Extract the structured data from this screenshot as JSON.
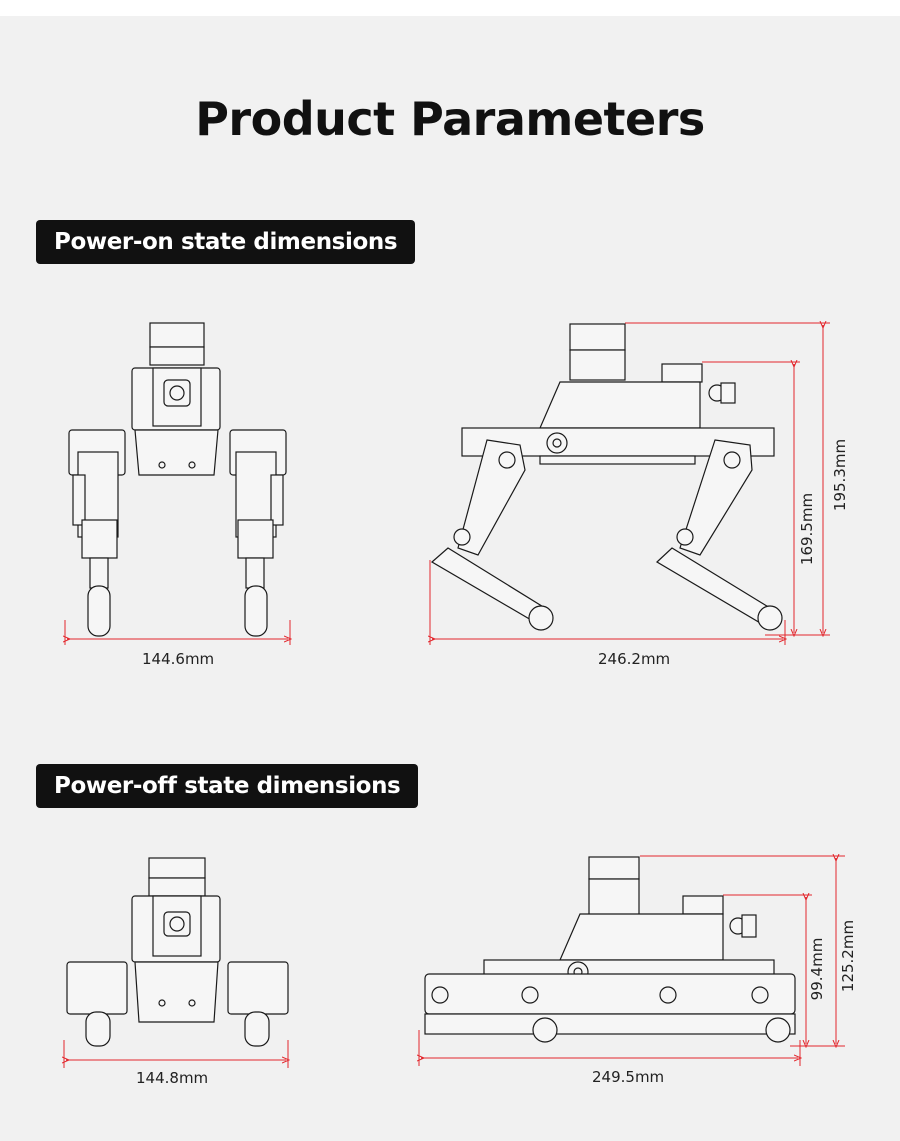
{
  "title": "Product Parameters",
  "sections": {
    "on": {
      "label": "Power-on state dimensions",
      "front_width": "144.6mm",
      "side_length": "246.2mm",
      "height_body": "169.5mm",
      "height_total": "195.3mm"
    },
    "off": {
      "label": "Power-off state dimensions",
      "front_width": "144.8mm",
      "side_length": "249.5mm",
      "height_body": "99.4mm",
      "height_total": "125.2mm"
    }
  },
  "colors": {
    "background": "#f1f1f1",
    "badge": "#111111",
    "dimension_line": "#e3272d",
    "drawing_stroke": "#1a1a1a"
  }
}
